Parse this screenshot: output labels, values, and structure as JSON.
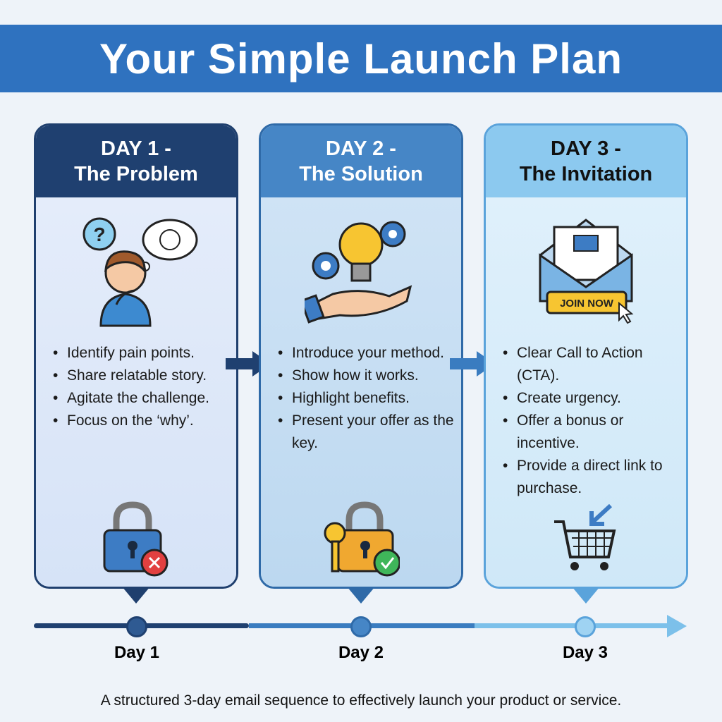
{
  "title": "Your Simple Launch Plan",
  "cards": [
    {
      "day": "DAY 1 -",
      "subtitle": "The Problem",
      "icon": "confused-person-icon",
      "bottom_icon": "locked-padlock-x-icon",
      "bullets": [
        "Identify pain points.",
        "Share relatable story.",
        "Agitate the challenge.",
        "Focus on the ‘why’."
      ]
    },
    {
      "day": "DAY 2 -",
      "subtitle": "The Solution",
      "icon": "lightbulb-hand-gears-icon",
      "bottom_icon": "padlock-key-check-icon",
      "bullets": [
        "Introduce your method.",
        "Show how it works.",
        "Highlight benefits.",
        "Present your offer as the key."
      ]
    },
    {
      "day": "DAY 3 -",
      "subtitle": "The Invitation",
      "icon": "email-join-now-icon",
      "icon_button": "JOIN NOW",
      "bottom_icon": "shopping-cart-icon",
      "bullets": [
        "Clear Call to Action (CTA).",
        "Create urgency.",
        "Offer a bonus or incentive.",
        "Provide a direct link to purchase."
      ]
    }
  ],
  "timeline": {
    "labels": [
      "Day 1",
      "Day 2",
      "Day 3"
    ],
    "colors": [
      "#1f4070",
      "#3a7cc0",
      "#7cc0ea"
    ]
  },
  "footer": "A structured 3-day email sequence to effectively launch your product or service."
}
